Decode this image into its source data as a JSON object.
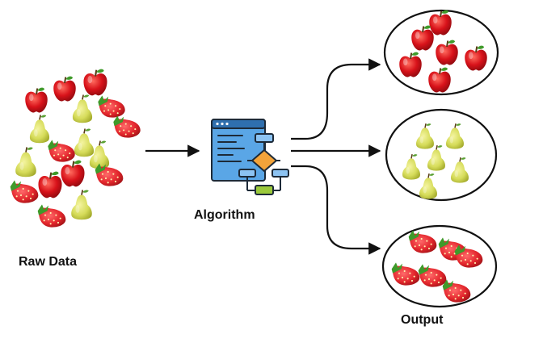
{
  "labels": {
    "raw_data": "Raw Data",
    "algorithm": "Algorithm",
    "output": "Output"
  },
  "items": {
    "apple": "apple",
    "pear": "pear",
    "strawberry": "strawberry"
  },
  "colors": {
    "apple_red": "#d8121a",
    "pear_yellow": "#d6dc5a",
    "strawberry_red": "#e3262c",
    "leaf_green": "#3f9a2a",
    "arrow": "#111111",
    "monitor_blue": "#5aa6e6",
    "diamond_orange": "#f2a33a",
    "node_green": "#9bc93b"
  },
  "icons": {
    "algorithm": "algorithm-flowchart-icon"
  }
}
